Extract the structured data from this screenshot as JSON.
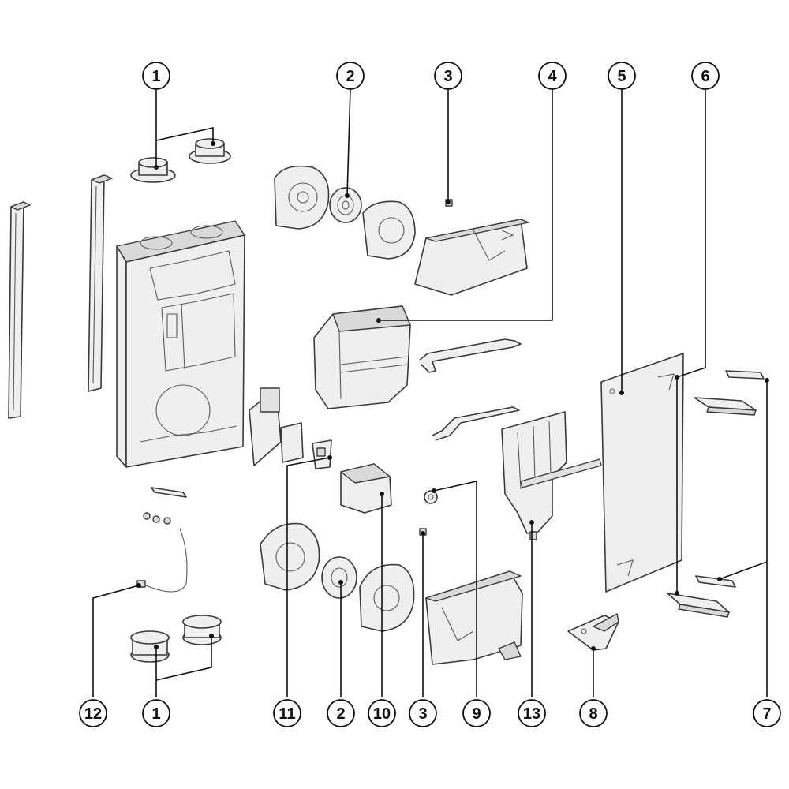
{
  "callouts": {
    "c1_top": "1",
    "c2_top": "2",
    "c3_top": "3",
    "c4_top": "4",
    "c5_top": "5",
    "c6_top": "6",
    "c12_bottom": "12",
    "c1_bottom": "1",
    "c11_bottom": "11",
    "c2_bottom": "2",
    "c10_bottom": "10",
    "c3_bottom": "3",
    "c9_bottom": "9",
    "c13_bottom": "13",
    "c8_bottom": "8",
    "c7_bottom": "7"
  },
  "colors": {
    "line": "#111111",
    "part_fill": "#efefef",
    "part_shade": "#d9d9d9",
    "background": "#ffffff"
  }
}
